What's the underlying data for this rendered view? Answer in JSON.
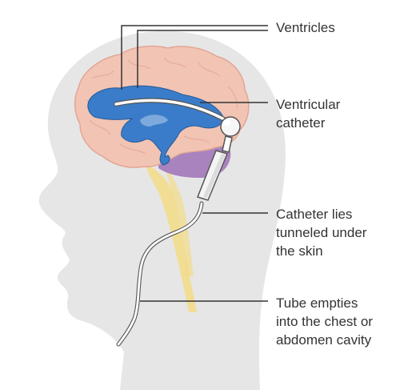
{
  "labels": {
    "ventricles": "Ventricles",
    "catheter_line1": "Ventricular",
    "catheter_line2": "catheter",
    "tunnel_line1": "Catheter lies",
    "tunnel_line2": "tunneled under",
    "tunnel_line3": "the skin",
    "tube_line1": "Tube empties",
    "tube_line2": "into the chest or",
    "tube_line3": "abdomen cavity"
  },
  "colors": {
    "head": "#e6e6e6",
    "brain": "#f2c4b4",
    "brain_outline": "#e3a696",
    "ventricles": "#3a7cc9",
    "ventricles_outline": "#245a99",
    "cerebellum": "#a883bd",
    "spinal_cord": "#f5da78",
    "catheter": "#ffffff",
    "catheter_outline": "#555555",
    "leader": "#333333"
  }
}
